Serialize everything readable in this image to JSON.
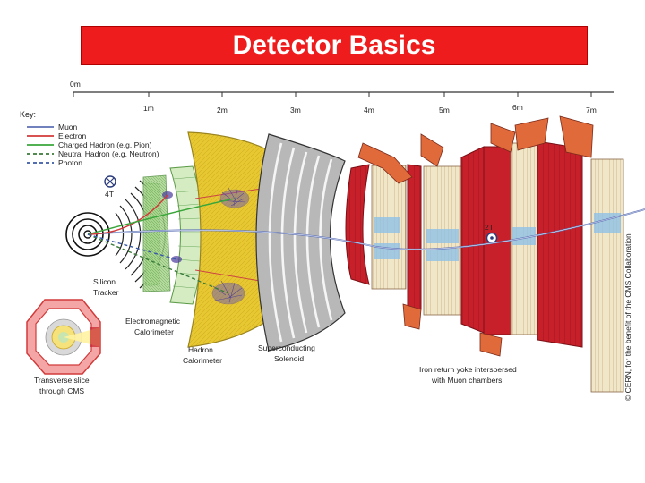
{
  "title": "Detector Basics",
  "colors": {
    "title_bg": "#ee1c1c",
    "title_text": "#ffffff",
    "muon": "#5b6fb5",
    "electron": "#d23a3a",
    "charged_hadron": "#3aa63a",
    "neutral_hadron": "#3a7a3a",
    "photon": "#3a5aa6",
    "yoke": "#c8202a",
    "calorimeter": "#e8c832",
    "tracker": "#8fc873"
  },
  "ruler": {
    "ticks": [
      "0m",
      "1m",
      "2m",
      "3m",
      "4m",
      "5m",
      "6m",
      "7m"
    ]
  },
  "key": {
    "heading": "Key:",
    "items": [
      {
        "label": "Muon",
        "style": "solid",
        "color": "#5b6fb5"
      },
      {
        "label": "Electron",
        "style": "solid",
        "color": "#d23a3a"
      },
      {
        "label": "Charged Hadron (e.g. Pion)",
        "style": "solid",
        "color": "#3aa63a"
      },
      {
        "label": "Neutral Hadron (e.g. Neutron)",
        "style": "dashed",
        "color": "#3a7a3a"
      },
      {
        "label": "Photon",
        "style": "dashed",
        "color": "#3a5aa6"
      }
    ]
  },
  "field_labels": {
    "inner": "4T",
    "outer": "2T"
  },
  "labels": {
    "tracker": [
      "Silicon",
      "Tracker"
    ],
    "ecal": [
      "Electromagnetic",
      "Calorimeter"
    ],
    "hcal": [
      "Hadron",
      "Calorimeter"
    ],
    "solenoid": [
      "Superconducting",
      "Solenoid"
    ],
    "yoke": [
      "Iron return yoke interspersed",
      "with Muon chambers"
    ],
    "slice": [
      "Transverse slice",
      "through CMS"
    ]
  },
  "copyright": "© CERN, for the benefit of the CMS Collaboration"
}
